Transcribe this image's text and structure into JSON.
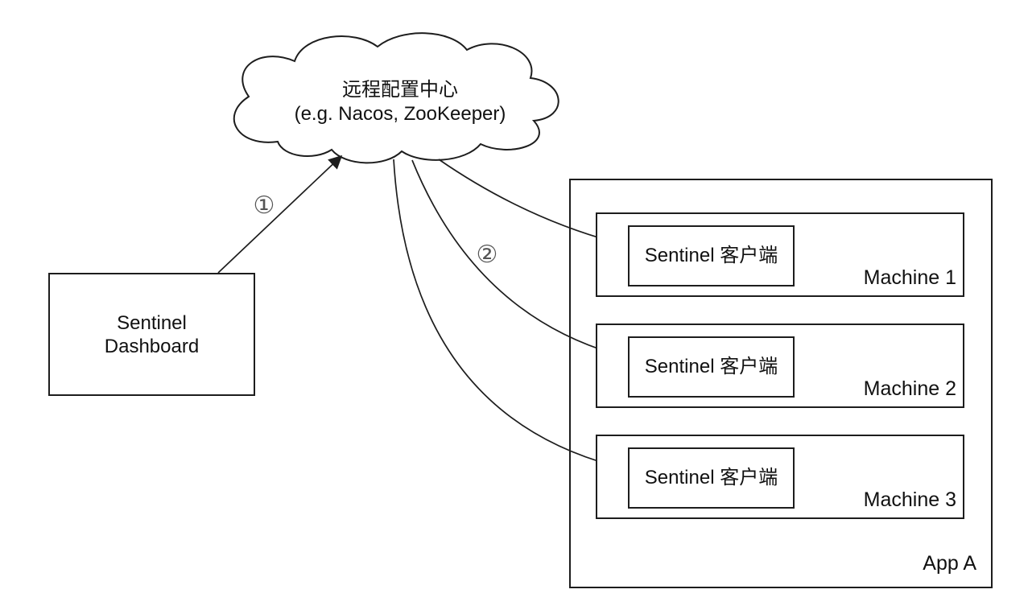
{
  "diagram": {
    "cloud": {
      "title": "远程配置中心",
      "subtitle": "(e.g. Nacos, ZooKeeper)"
    },
    "dashboard": {
      "label": "Sentinel\nDashboard"
    },
    "app": {
      "label": "App A",
      "machines": [
        {
          "label": "Machine 1",
          "client_label": "Sentinel 客户端"
        },
        {
          "label": "Machine 2",
          "client_label": "Sentinel 客户端"
        },
        {
          "label": "Machine 3",
          "client_label": "Sentinel 客户端"
        }
      ]
    },
    "annotations": {
      "step1": "①",
      "step2": "②"
    },
    "colors": {
      "stroke": "#1d1d1d",
      "annotation": "#555555",
      "background": "#ffffff"
    }
  }
}
